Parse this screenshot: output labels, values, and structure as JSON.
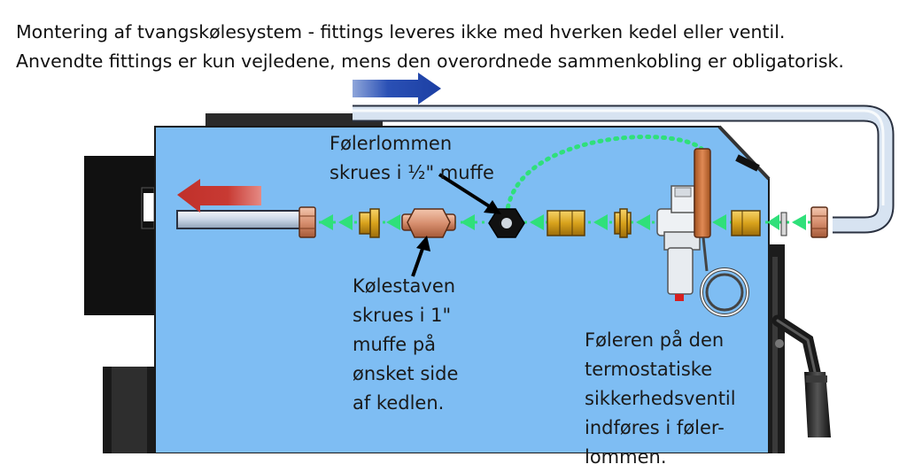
{
  "header": {
    "line1": "Montering af tvangskølesystem - fittings leveres ikke med hverken kedel eller ventil.",
    "line2": "Anvendte fittings er kun vejledene, mens den overordnede sammenkobling er obligatorisk."
  },
  "labels": {
    "sensor_pocket": "Følerlommen\nskrues i ½\" muffe",
    "cooling_rod": "Kølestaven\nskrues i 1\"\nmuffe på\nønsket side\naf kedlen.",
    "sensor_note": "Føleren på den\ntermostatiske\nsikkerhedsventil\nindføres i føler-\nlommen."
  },
  "colors": {
    "boiler_panel": "#7ebdf3",
    "hot_arrow": "#c0302a",
    "cold_arrow": "#1f46a8",
    "flow_arrow": "#2fe07a",
    "brass": "#d8a21c",
    "copper": "#c8734a"
  },
  "icons": {
    "outflow_arrow": "red-arrow-left",
    "inflow_arrow": "blue-arrow-right",
    "flow_direction": "green-arrow-left"
  }
}
